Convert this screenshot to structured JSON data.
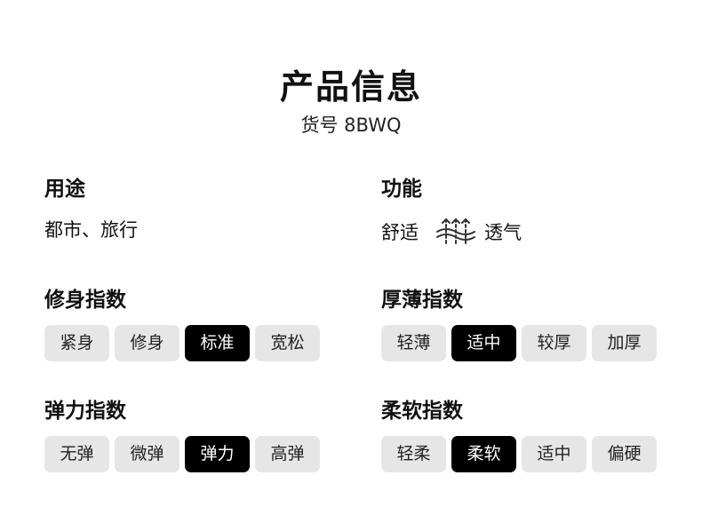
{
  "header": {
    "title": "产品信息",
    "sku": "货号 8BWQ"
  },
  "usage": {
    "title": "用途",
    "text": "都市、旅行"
  },
  "function": {
    "title": "功能",
    "items": [
      "舒适",
      "透气"
    ],
    "icon": "breathable-icon"
  },
  "fit": {
    "title": "修身指数",
    "options": [
      "紧身",
      "修身",
      "标准",
      "宽松"
    ],
    "selected": "标准"
  },
  "thickness": {
    "title": "厚薄指数",
    "options": [
      "轻薄",
      "适中",
      "较厚",
      "加厚"
    ],
    "selected": "适中"
  },
  "elasticity": {
    "title": "弹力指数",
    "options": [
      "无弹",
      "微弹",
      "弹力",
      "高弹"
    ],
    "selected": "弹力"
  },
  "softness": {
    "title": "柔软指数",
    "options": [
      "轻柔",
      "柔软",
      "适中",
      "偏硬"
    ],
    "selected": "柔软"
  },
  "colors": {
    "selected_bg": "#000000",
    "unselected_bg": "#e6e6e6",
    "text": "#111111"
  }
}
